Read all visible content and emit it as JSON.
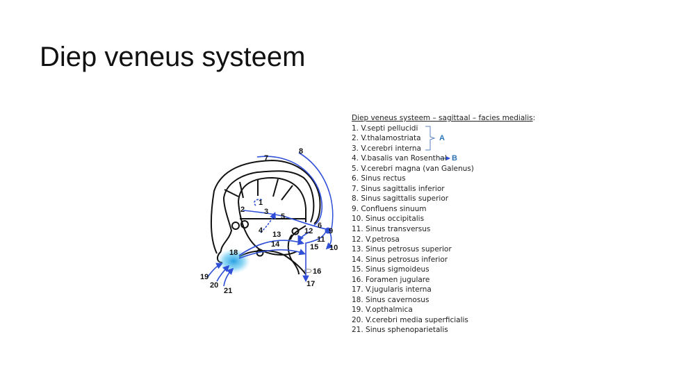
{
  "slide": {
    "title": "Diep veneus systeem"
  },
  "diagram": {
    "labels": [
      "1",
      "2",
      "3",
      "4",
      "5",
      "6",
      "7",
      "8",
      "9",
      "10",
      "11",
      "12",
      "13",
      "14",
      "15",
      "16",
      "17",
      "18",
      "19",
      "20",
      "21"
    ],
    "colors": {
      "vein": "#2f4fd8",
      "cavernous_glow": "#2aa7e8",
      "group_label": "#2e75b6"
    }
  },
  "legend": {
    "heading": "Diep veneus systeem – sagittaal – facies medialis",
    "heading_suffix": ":",
    "items": [
      "1. V.septi pellucidi",
      "2. V.thalamostriata",
      "3. V.cerebri interna",
      "4. V.basalis van Rosenthal",
      "5. V.cerebri magna (van Galenus)",
      "6. Sinus rectus",
      "7. Sinus sagittalis inferior",
      "8. Sinus sagittalis superior",
      "9. Confluens sinuum",
      "10. Sinus occipitalis",
      "11. Sinus transversus",
      "12. V.petrosa",
      "13. Sinus petrosus superior",
      "14. Sinus petrosus inferior",
      "15. Sinus sigmoideus",
      "16. Foramen jugulare",
      "17. V.jugularis interna",
      "18. Sinus cavernosus",
      "19. V.opthalmica",
      "20. V.cerebri media superficialis",
      "21. Sinus sphenoparietalis"
    ],
    "group_a": "A",
    "group_b": "B"
  }
}
